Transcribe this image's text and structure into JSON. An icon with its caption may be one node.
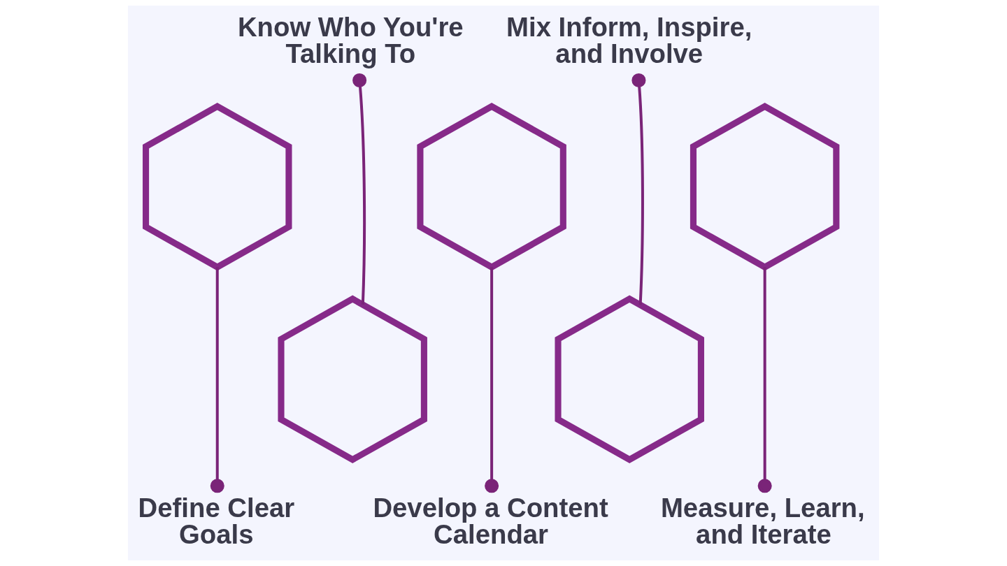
{
  "diagram": {
    "nodes": [
      {
        "text": [],
        "shape": "hexagon"
      },
      {
        "text": [
          "Define Clear Goals"
        ]
      },
      {
        "text": [],
        "shape": "hexagon"
      },
      {
        "text": [
          "Know Who You're Talking To"
        ]
      },
      {
        "text": [],
        "shape": "hexagon"
      },
      {
        "text": [
          "Develop a Content Calendar"
        ]
      },
      {
        "text": [],
        "shape": "hexagon"
      },
      {
        "text": [
          "Mix Inform, Inspire, and Involve"
        ]
      },
      {
        "text": [],
        "shape": "hexagon"
      },
      {
        "text": [
          "Measure, Learn, and Iterate"
        ]
      }
    ],
    "edges": [
      {
        "from": 0,
        "to": 1,
        "arrow": "other"
      },
      {
        "from": 2,
        "to": 3,
        "arrow": "other"
      },
      {
        "from": 4,
        "to": 5,
        "arrow": "other"
      },
      {
        "from": 6,
        "to": 7,
        "arrow": "other"
      },
      {
        "from": 8,
        "to": 9,
        "arrow": "other"
      }
    ]
  }
}
